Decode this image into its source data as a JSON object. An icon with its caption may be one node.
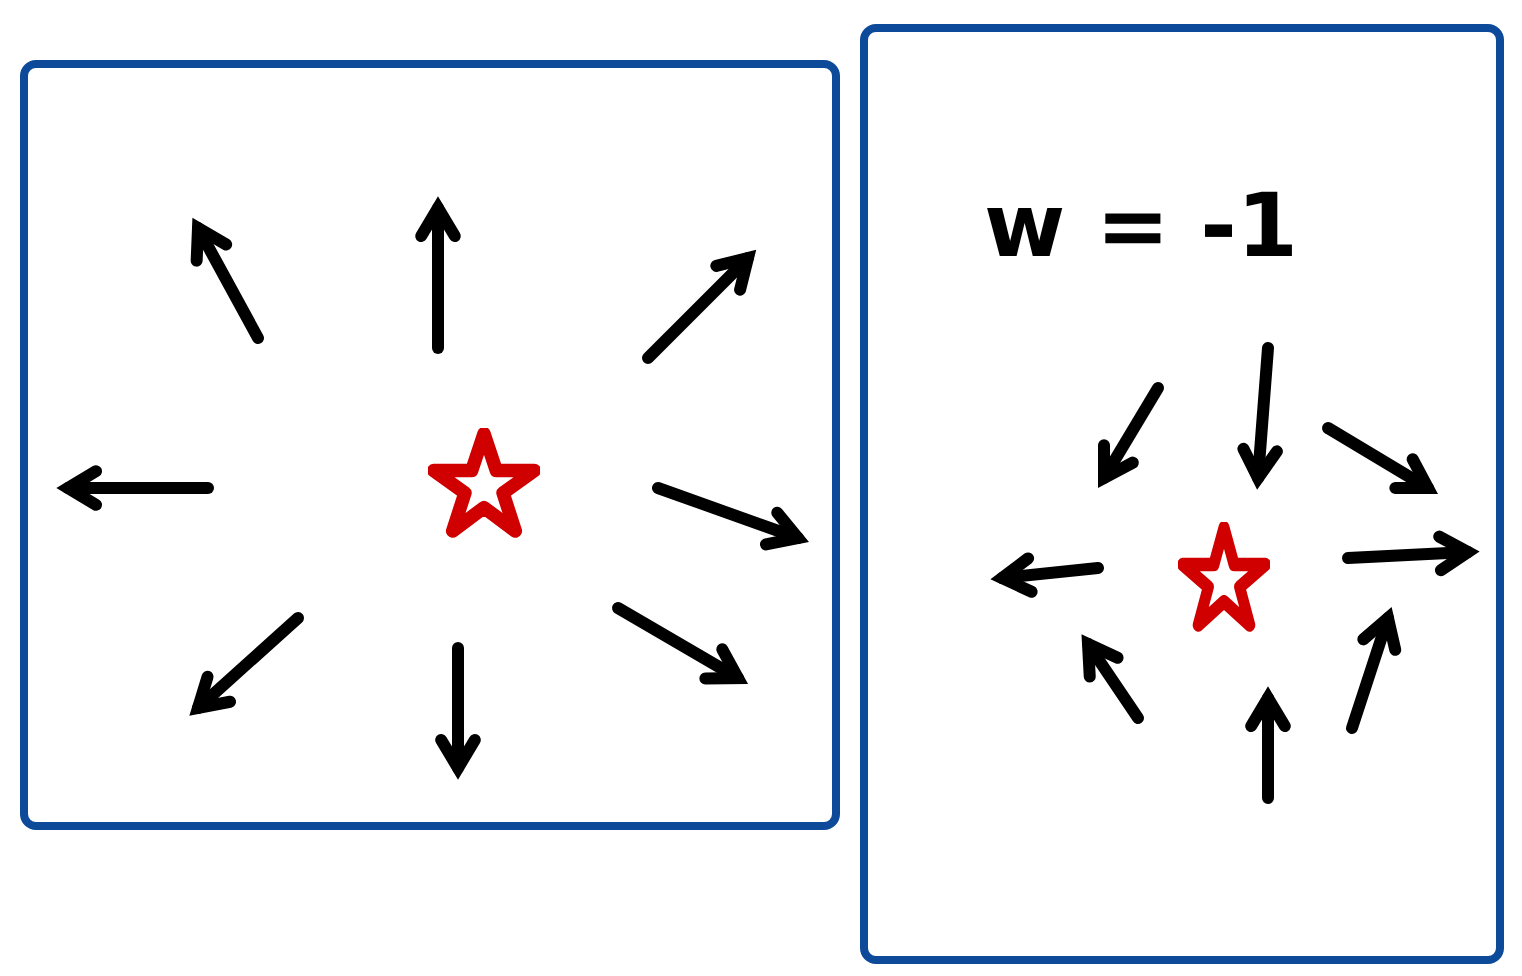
{
  "diagram": {
    "nodes": [
      {
        "text": [],
        "shape": "box"
      },
      {
        "text": [],
        "shape": "star",
        "in": 0
      },
      {
        "text": [],
        "shape": "box"
      },
      {
        "text": [],
        "shape": "star",
        "in": 2
      }
    ],
    "labels": [
      "w = -1"
    ]
  }
}
